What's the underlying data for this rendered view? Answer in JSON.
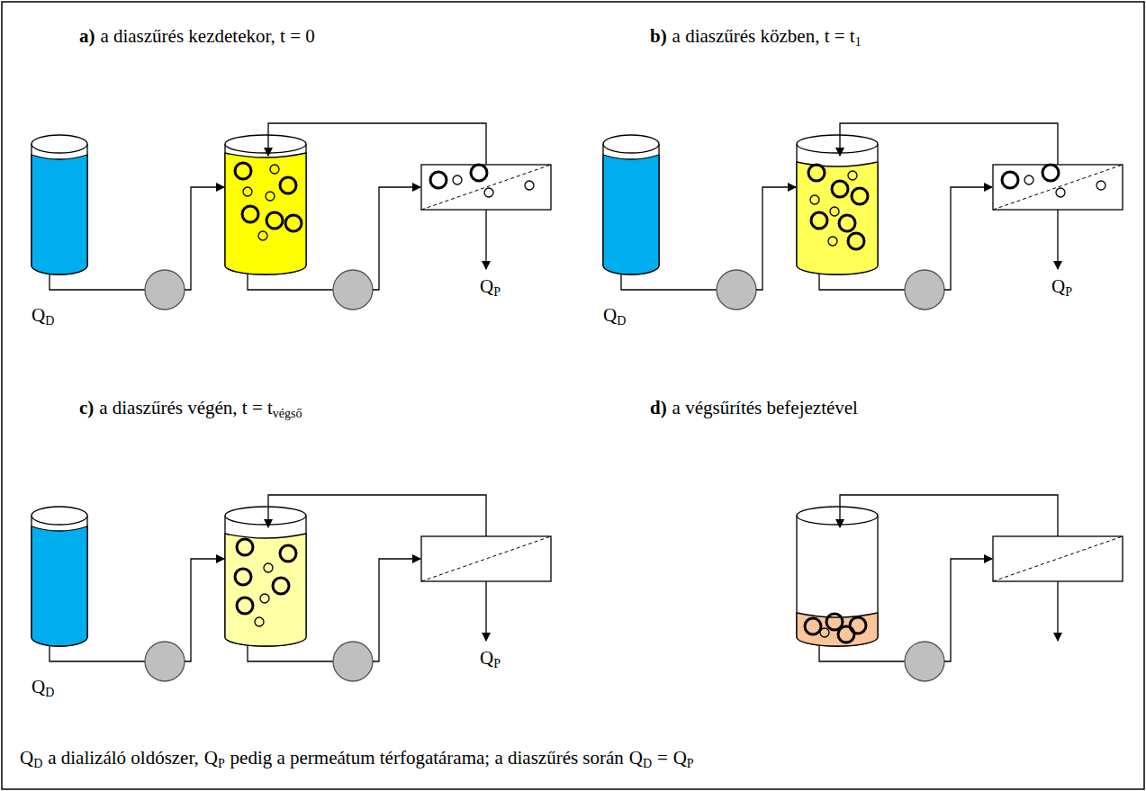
{
  "diagram": {
    "labels": [
      "a)",
      "a diaszűrés kezdetekor, t = 0",
      "b)",
      "a diaszűrés közben, t = t",
      "1",
      "c)",
      "a diaszűrés végén, t = t",
      "végső",
      "d)",
      "a végsűrítés befejeztével",
      "Q",
      "D",
      "Q",
      "P",
      "Q",
      "D",
      "Q",
      "P",
      "Q",
      "D",
      "Q",
      "P",
      "Q",
      "D",
      "a dializáló oldószer,",
      "Q",
      "P",
      "pedig a permeátum térfogatárama; a diaszűrés során",
      "Q",
      "D",
      "=",
      "Q",
      "P"
    ]
  }
}
